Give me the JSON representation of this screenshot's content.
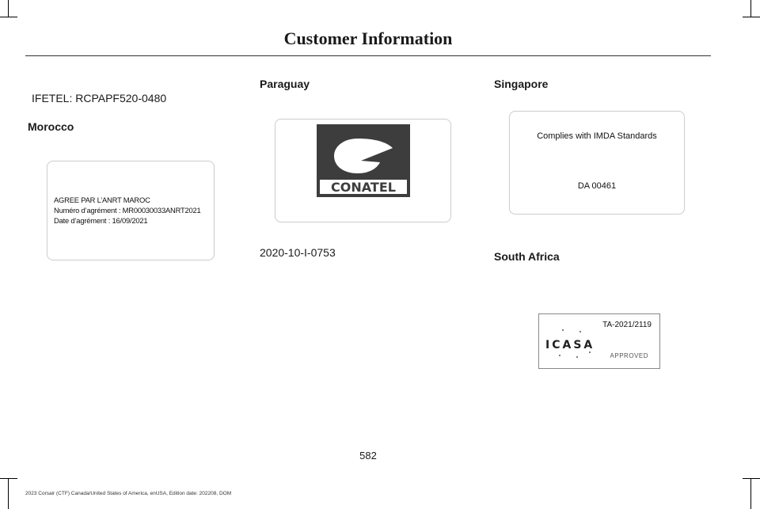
{
  "header": {
    "title": "Customer Information"
  },
  "col1": {
    "ifetel": "IFETEL: RCPAPF520-0480",
    "morocco_heading": "Morocco",
    "morocco_label": {
      "line1": "AGREE PAR L’ANRT MAROC",
      "line2": "Numéro d’agrément : MR00030033ANRT2021",
      "line3": "Date d’agrément : 16/09/2021"
    }
  },
  "col2": {
    "paraguay_heading": "Paraguay",
    "conatel_logo_text": "CONATEL",
    "paraguay_code": "2020-10-I-0753"
  },
  "col3": {
    "singapore_heading": "Singapore",
    "imda_label": {
      "line1": "Complies with IMDA Standards",
      "line2": "DA 00461"
    },
    "south_africa_heading": "South Africa",
    "icasa_label": {
      "number": "TA-2021/2119",
      "logo_text": "ICASA",
      "approved": "APPROVED"
    }
  },
  "footer": {
    "page_number": "582",
    "edition": "2023 Corsair (CTF) Canada/United States of America, enUSA, Edition date: 202208, DOM"
  }
}
